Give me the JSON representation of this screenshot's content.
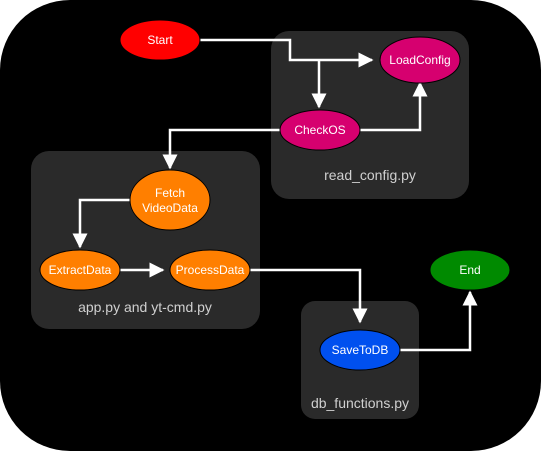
{
  "colors": {
    "background": "#000000",
    "group_fill": "#2a2a2a",
    "edge": "#ffffff",
    "node_text": "#ffffff",
    "group_text": "#d0d0d0",
    "start": "#ff0000",
    "config": "#d6006f",
    "process": "#ff7f00",
    "db": "#0050ef",
    "end": "#008a00"
  },
  "groups": {
    "read_config": {
      "label": "read_config.py"
    },
    "app": {
      "label": "app.py and yt-cmd.py"
    },
    "db_functions": {
      "label": "db_functions.py"
    }
  },
  "nodes": {
    "start": {
      "label": "Start"
    },
    "load_config": {
      "label": "LoadConfig"
    },
    "check_os": {
      "label": "CheckOS"
    },
    "fetch_video_data": {
      "label_line1": "Fetch",
      "label_line2": "VideoData"
    },
    "extract_data": {
      "label": "ExtractData"
    },
    "process_data": {
      "label": "ProcessData"
    },
    "save_to_db": {
      "label": "SaveToDB"
    },
    "end": {
      "label": "End"
    }
  }
}
